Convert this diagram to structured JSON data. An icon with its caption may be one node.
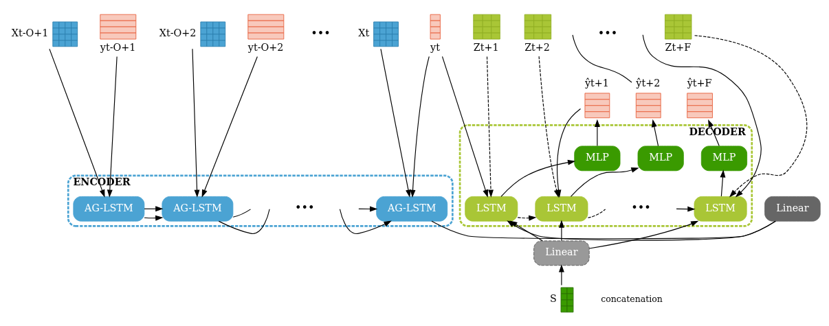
{
  "diagram": {
    "nodes": [
      {
        "text": [
          "ENCODER"
        ]
      },
      {
        "text": [
          "AG-LSTM"
        ],
        "in": 0
      },
      {
        "text": [
          "AG-LSTM"
        ],
        "in": 0
      },
      {
        "text": [
          "AG-LSTM"
        ],
        "in": 0
      },
      {
        "text": [
          "DECODER"
        ]
      },
      {
        "text": [
          "LSTM"
        ],
        "in": 4
      },
      {
        "text": [
          "MLP"
        ],
        "in": 4
      },
      {
        "text": [
          "LSTM"
        ],
        "in": 4
      },
      {
        "text": [
          "MLP"
        ],
        "in": 4
      },
      {
        "text": [
          "LSTM"
        ],
        "in": 4
      },
      {
        "text": [
          "MLP"
        ],
        "in": 4
      },
      {
        "text": [
          "Linear"
        ]
      },
      {
        "text": [
          "Xt-O+1"
        ]
      },
      {
        "text": [
          "yt-O+1"
        ]
      },
      {
        "text": [
          "Xt-O+2"
        ]
      },
      {
        "text": [
          "yt-O+2"
        ]
      },
      {
        "text": [
          "Xt"
        ]
      },
      {
        "text": [
          "yt"
        ]
      },
      {
        "text": [
          "ŷt+1"
        ]
      },
      {
        "text": [
          "ŷt+2"
        ]
      },
      {
        "text": [
          "ŷt+F"
        ]
      },
      {
        "text": [
          "Zt+1"
        ]
      },
      {
        "text": [
          "Zt+2"
        ]
      },
      {
        "text": [
          "Zt+F"
        ]
      },
      {
        "text": [
          "Linear"
        ]
      },
      {
        "text": [
          "S"
        ]
      }
    ],
    "edges": [
      {
        "from": 12,
        "to": 1,
        "arrow": "to"
      },
      {
        "from": 13,
        "to": 1,
        "arrow": "to"
      },
      {
        "from": 14,
        "to": 2,
        "arrow": "to"
      },
      {
        "from": 15,
        "to": 2,
        "arrow": "to"
      },
      {
        "from": 16,
        "to": 3,
        "arrow": "to"
      },
      {
        "from": 17,
        "to": 3,
        "arrow": "to"
      },
      {
        "from": 1,
        "to": 2,
        "arrow": "to"
      },
      {
        "from": 1,
        "to": 2,
        "arrow": "to"
      },
      {
        "from": 2,
        "to": null,
        "arrow": "none"
      },
      {
        "from": 2,
        "to": null,
        "arrow": "none"
      },
      {
        "from": null,
        "to": 3,
        "arrow": "to"
      },
      {
        "from": null,
        "to": 3,
        "arrow": "to"
      },
      {
        "from": 3,
        "to": 11,
        "arrow": "none"
      },
      {
        "from": 11,
        "to": 5,
        "arrow": "to"
      },
      {
        "from": 5,
        "to": 7,
        "arrow": "to",
        "style": "dashed"
      },
      {
        "from": 7,
        "to": null,
        "arrow": "none",
        "style": "dashed"
      },
      {
        "from": null,
        "to": 9,
        "arrow": "to"
      },
      {
        "from": 5,
        "to": 6,
        "arrow": "to"
      },
      {
        "from": 6,
        "to": 18,
        "arrow": "to"
      },
      {
        "from": 7,
        "to": 8,
        "arrow": "to"
      },
      {
        "from": 8,
        "to": 19,
        "arrow": "to"
      },
      {
        "from": 9,
        "to": 10,
        "arrow": "to"
      },
      {
        "from": 10,
        "to": 20,
        "arrow": "to"
      },
      {
        "from": 17,
        "to": 5,
        "arrow": "to"
      },
      {
        "from": 21,
        "to": 5,
        "arrow": "to",
        "style": "dashed"
      },
      {
        "from": 24,
        "to": 5,
        "arrow": "to"
      },
      {
        "from": 18,
        "to": 7,
        "arrow": "to"
      },
      {
        "from": 22,
        "to": 7,
        "arrow": "to",
        "style": "dashed"
      },
      {
        "from": 24,
        "to": 7,
        "arrow": "to"
      },
      {
        "from": 19,
        "to": null,
        "arrow": "none"
      },
      {
        "from": null,
        "to": 9,
        "arrow": "to"
      },
      {
        "from": 23,
        "to": 9,
        "arrow": "to",
        "style": "dashed"
      },
      {
        "from": 24,
        "to": 9,
        "arrow": "to"
      },
      {
        "from": 25,
        "to": 24,
        "arrow": "to"
      }
    ],
    "labels": [
      "•••",
      "•••",
      "•••",
      "•••"
    ],
    "legend": [
      {
        "text": "concatenation"
      }
    ]
  }
}
